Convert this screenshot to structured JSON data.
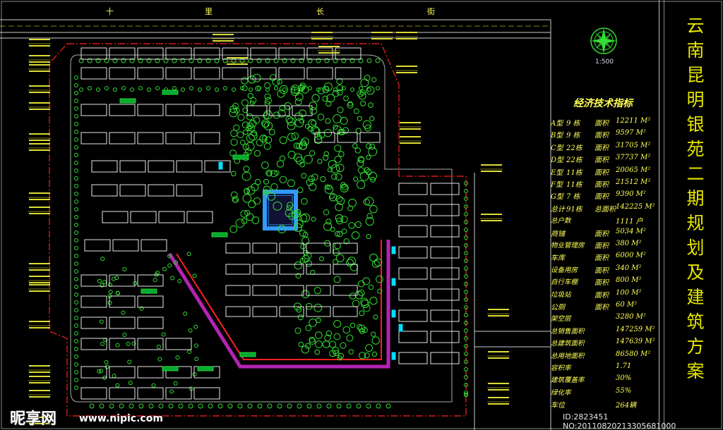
{
  "title_vertical": [
    "云",
    "南",
    "昆",
    "明",
    "银",
    "苑",
    "二",
    "期",
    "规",
    "划",
    "及",
    "建",
    "筑",
    "方",
    "案"
  ],
  "road_label_top": "十 里 长 街",
  "road_chars": [
    "十",
    "里",
    "长",
    "街"
  ],
  "north_arrow": {
    "icon": "north-arrow-icon",
    "scale": "1:500"
  },
  "economic_indicators": {
    "title": "经济技术指标",
    "rows": [
      {
        "type": "A型",
        "count": "9 栋",
        "label": "面积",
        "value": "12211 M²"
      },
      {
        "type": "B型",
        "count": "9 栋",
        "label": "面积",
        "value": "9597 M²"
      },
      {
        "type": "C型",
        "count": "22栋",
        "label": "面积",
        "value": "31705 M²"
      },
      {
        "type": "D型",
        "count": "22栋",
        "label": "面积",
        "value": "37737 M²"
      },
      {
        "type": "E型",
        "count": "11栋",
        "label": "面积",
        "value": "20065 M²"
      },
      {
        "type": "F型",
        "count": "11栋",
        "label": "面积",
        "value": "21512 M²"
      },
      {
        "type": "G型",
        "count": "7 栋",
        "label": "面积",
        "value": "9390 M²"
      },
      {
        "type": "总计",
        "count": "91栋",
        "label": "总面积",
        "value": "142225 M²"
      },
      {
        "type": "总户数",
        "count": "",
        "label": "",
        "value": "1111 户"
      },
      {
        "type": "商铺",
        "count": "",
        "label": "面积",
        "value": "5034 M²"
      },
      {
        "type": "物业管理房",
        "count": "",
        "label": "面积",
        "value": "380 M²"
      },
      {
        "type": "车库",
        "count": "",
        "label": "面积",
        "value": "6000 M²"
      },
      {
        "type": "设备用房",
        "count": "",
        "label": "面积",
        "value": "340 M²"
      },
      {
        "type": "自行车棚",
        "count": "",
        "label": "面积",
        "value": "800 M²"
      },
      {
        "type": "垃圾站",
        "count": "",
        "label": "面积",
        "value": "100 M²"
      },
      {
        "type": "公厕",
        "count": "",
        "label": "面积",
        "value": "60 M²"
      },
      {
        "type": "架空层",
        "count": "",
        "label": "",
        "value": "3280 M²"
      },
      {
        "type": "总销售面积",
        "count": "",
        "label": "",
        "value": "147259 M²"
      },
      {
        "type": "总建筑面积",
        "count": "",
        "label": "",
        "value": "147639 M²"
      },
      {
        "type": "总用地面积",
        "count": "",
        "label": "",
        "value": "86580 M²"
      },
      {
        "type": "容积率",
        "count": "",
        "label": "",
        "value": "1.71"
      },
      {
        "type": "建筑覆盖率",
        "count": "",
        "label": "",
        "value": "30%"
      },
      {
        "type": "绿化率",
        "count": "",
        "label": "",
        "value": "55%"
      },
      {
        "type": "车位",
        "count": "",
        "label": "",
        "value": "264辆"
      }
    ]
  },
  "watermark": {
    "logo": "昵享网",
    "url": "www.nipic.com",
    "id": "ID:2823451 NO:20110820213305681000"
  },
  "colors": {
    "bg": "#000000",
    "building": "#ffffff",
    "tree": "#33dd33",
    "road": "#cccccc",
    "dim": "#ffff33",
    "red": "#ff2020",
    "cyan": "#00e0ff",
    "magenta": "#ff33ff",
    "title": "#e6e600"
  }
}
